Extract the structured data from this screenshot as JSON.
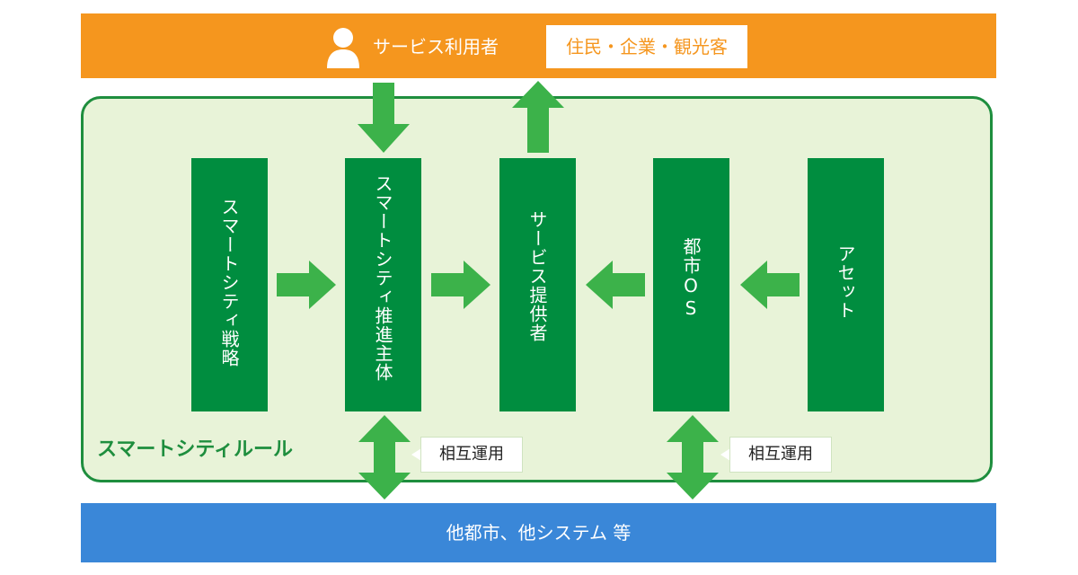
{
  "top": {
    "users_label": "サービス利用者",
    "users_examples": "住民・企業・観光客",
    "icon": "user-icon"
  },
  "panel": {
    "label": "スマートシティルール"
  },
  "blocks": [
    {
      "label": "スマートシティ戦略"
    },
    {
      "label": "スマートシティ推進主体"
    },
    {
      "label": "サービス提供者"
    },
    {
      "label": "都市OS"
    },
    {
      "label": "アセット"
    }
  ],
  "interop": [
    {
      "label": "相互運用"
    },
    {
      "label": "相互運用"
    }
  ],
  "bottom": {
    "label": "他都市、他システム 等"
  },
  "colors": {
    "orange": "#f5961e",
    "dark_green": "#008d3f",
    "arrow_green": "#3cb24a",
    "panel_fill": "#e8f3d8",
    "blue": "#3a87d8"
  }
}
